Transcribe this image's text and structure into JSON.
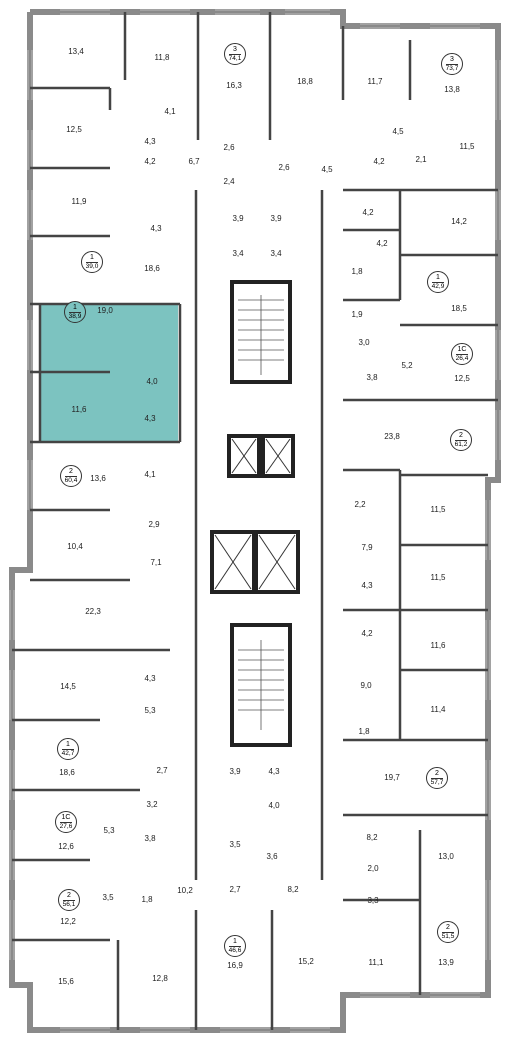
{
  "highlight_color": "#7cc3c0",
  "apartments": [
    {
      "id": "apt-3-74-1",
      "rooms": "3",
      "area": "74,1"
    },
    {
      "id": "apt-3-73-7",
      "rooms": "3",
      "area": "73,7"
    },
    {
      "id": "apt-1-39-0",
      "rooms": "1",
      "area": "39,0"
    },
    {
      "id": "apt-1-42-9",
      "rooms": "1",
      "area": "42,9"
    },
    {
      "id": "apt-1-38-9",
      "rooms": "1",
      "area": "38,9",
      "highlighted": true
    },
    {
      "id": "apt-1c-26-4",
      "rooms": "1С",
      "area": "26,4"
    },
    {
      "id": "apt-2-61-2",
      "rooms": "2",
      "area": "61,2"
    },
    {
      "id": "apt-2-60-4",
      "rooms": "2",
      "area": "60,4"
    },
    {
      "id": "apt-1-42-7",
      "rooms": "1",
      "area": "42,7"
    },
    {
      "id": "apt-2-57-7",
      "rooms": "2",
      "area": "57,7"
    },
    {
      "id": "apt-1c-27-6",
      "rooms": "1С",
      "area": "27,6"
    },
    {
      "id": "apt-2-56-1",
      "rooms": "2",
      "area": "56,1"
    },
    {
      "id": "apt-1-46-6",
      "rooms": "1",
      "area": "46,6"
    },
    {
      "id": "apt-2-51-5",
      "rooms": "2",
      "area": "51,5"
    }
  ],
  "room_areas": [
    "13,4",
    "11,8",
    "16,3",
    "18,8",
    "11,7",
    "13,8",
    "4,1",
    "12,5",
    "4,3",
    "2,6",
    "2,6",
    "4,5",
    "11,5",
    "4,2",
    "6,7",
    "2,4",
    "4,5",
    "4,2",
    "2,1",
    "11,9",
    "4,3",
    "3,9",
    "3,9",
    "4,2",
    "14,2",
    "18,6",
    "3,4",
    "3,4",
    "4,2",
    "1,8",
    "18,5",
    "19,0",
    "1,9",
    "3,0",
    "4,0",
    "5,2",
    "3,8",
    "12,5",
    "11,6",
    "4,3",
    "23,8",
    "4,1",
    "13,6",
    "2,2",
    "11,5",
    "2,9",
    "7,9",
    "10,4",
    "7,1",
    "11,5",
    "4,3",
    "22,3",
    "4,2",
    "11,6",
    "14,5",
    "4,3",
    "9,0",
    "5,3",
    "11,4",
    "1,8",
    "2,7",
    "3,9",
    "4,3",
    "18,6",
    "19,7",
    "4,0",
    "3,2",
    "8,2",
    "5,3",
    "3,8",
    "3,5",
    "13,0",
    "12,6",
    "3,6",
    "2,0",
    "3,3",
    "3,5",
    "1,8",
    "10,2",
    "2,7",
    "8,2",
    "12,2",
    "15,6",
    "12,8",
    "16,9",
    "15,2",
    "11,1",
    "13,9"
  ]
}
